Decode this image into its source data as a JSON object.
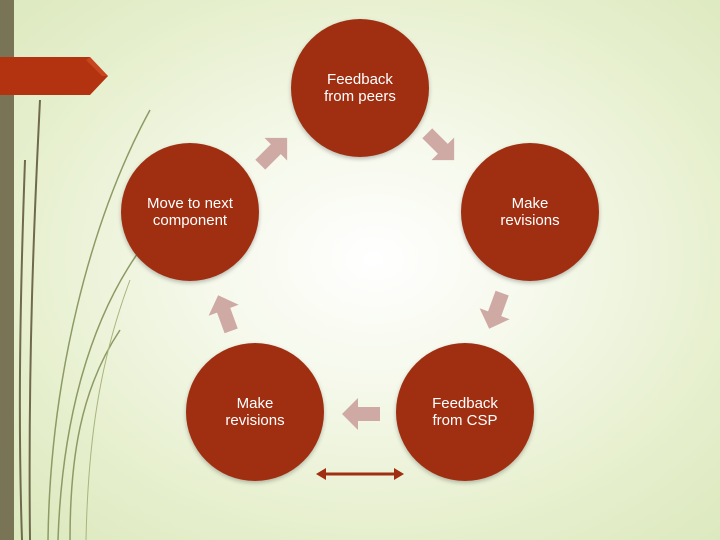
{
  "diagram": {
    "nodes": [
      {
        "id": "top",
        "label": "Feedback\nfrom peers"
      },
      {
        "id": "right",
        "label": "Make\nrevisions"
      },
      {
        "id": "bottom-right",
        "label": "Feedback\nfrom CSP"
      },
      {
        "id": "bottom-left",
        "label": "Make\nrevisions"
      },
      {
        "id": "left",
        "label": "Move to next\ncomponent"
      }
    ],
    "edges": [
      {
        "from": "top",
        "to": "right"
      },
      {
        "from": "right",
        "to": "bottom-right"
      },
      {
        "from": "bottom-right",
        "to": "bottom-left"
      },
      {
        "from": "bottom-left",
        "to": "left"
      },
      {
        "from": "left",
        "to": "top"
      }
    ]
  },
  "colors": {
    "node_fill": "#a02f12",
    "arrow_fill": "#cfa9a4",
    "accent_bar": "#7a7457",
    "tab": "#b3320f"
  }
}
